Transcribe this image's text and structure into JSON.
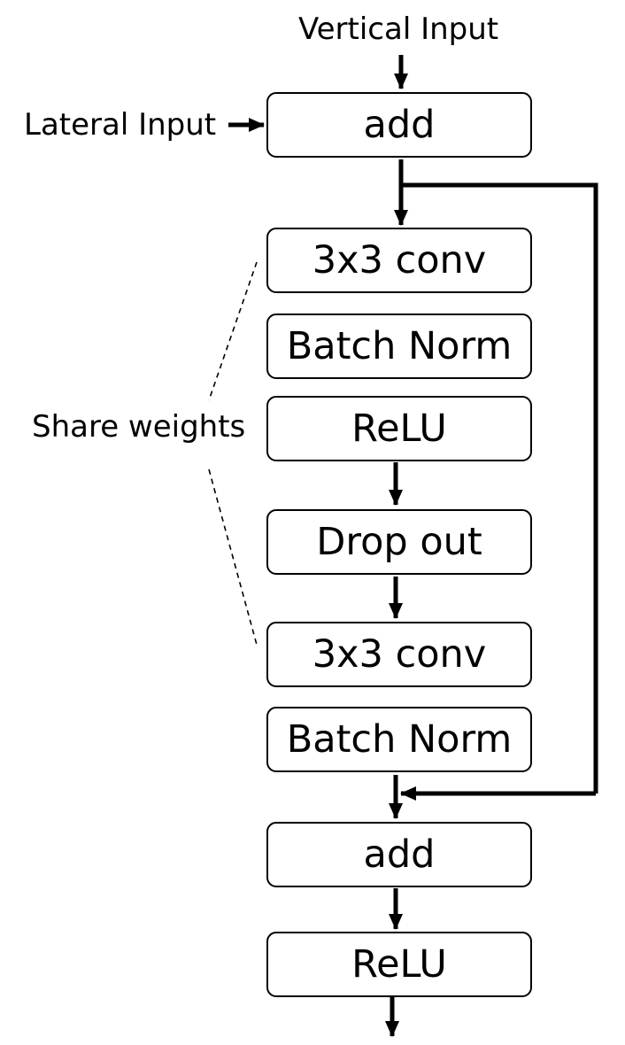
{
  "labels": {
    "vertical_input": "Vertical Input",
    "lateral_input": "Lateral Input",
    "share_weights": "Share weights"
  },
  "blocks": [
    "add",
    "3x3 conv",
    "Batch Norm",
    "ReLU",
    "Drop out",
    "3x3 conv",
    "Batch Norm",
    "add",
    "ReLU"
  ]
}
